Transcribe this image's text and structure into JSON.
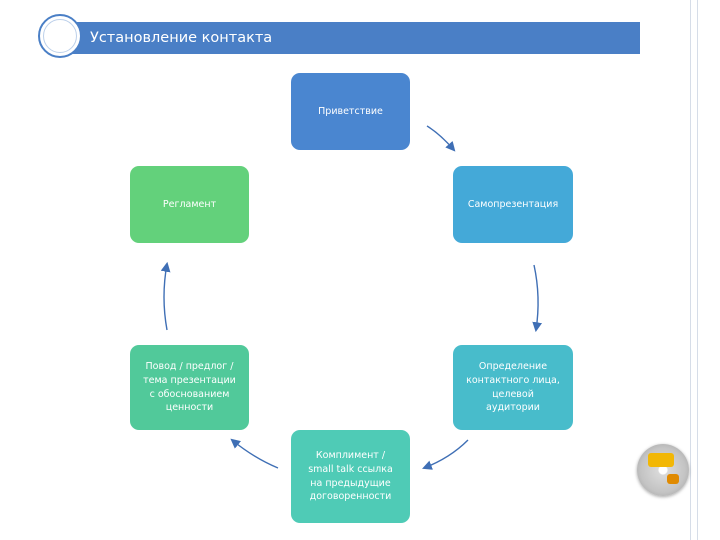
{
  "header": {
    "title": "Установление контакта"
  },
  "nodes": {
    "greeting": {
      "lines": [
        "Приветствие"
      ]
    },
    "self_presentation": {
      "lines": [
        "Самопрезентация"
      ]
    },
    "define_contact": {
      "lines": [
        "Определение",
        "контактного лица,",
        "целевой",
        "аудитории"
      ]
    },
    "compliment": {
      "lines": [
        "Комплимент /",
        "small talk ссылка",
        "на предыдущие",
        "договоренности"
      ]
    },
    "reason": {
      "lines": [
        "Повод / предлог /",
        "тема презентации",
        "с обоснованием",
        "ценности"
      ]
    },
    "regulation": {
      "lines": [
        "Регламент"
      ]
    }
  },
  "colors": {
    "title_bar": "#4a7fc6",
    "greeting": "#4a86d0",
    "self_presentation": "#44a9d8",
    "define_contact": "#48bccb",
    "compliment": "#4fcbb6",
    "reason": "#51c99a",
    "regulation": "#63d17b",
    "arrow": "#3f6fb5"
  },
  "decorations": {
    "corner_icon": "cd-disc-icon"
  }
}
